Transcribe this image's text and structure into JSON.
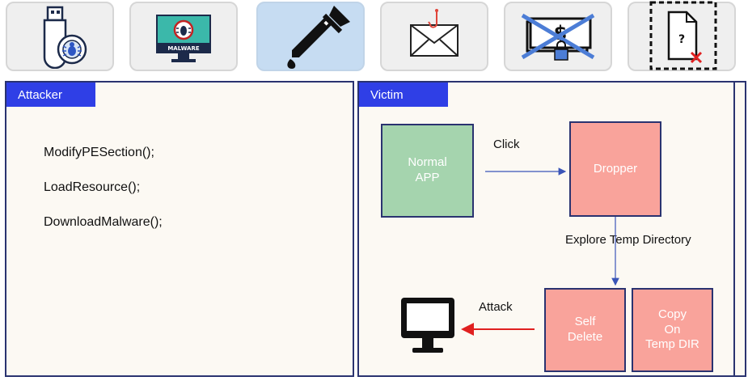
{
  "toolbar": {
    "icons": [
      "usb-virus-icon",
      "malware-monitor-icon",
      "dropper-icon",
      "phishing-mail-icon",
      "ransom-lock-icon",
      "missing-file-icon"
    ],
    "malware_monitor_text": "MALWARE",
    "missing_file_mark": "?"
  },
  "attacker": {
    "tag": "Attacker",
    "code": [
      "ModifyPESection();",
      "LoadResource();",
      "DownloadMalware();"
    ]
  },
  "victim": {
    "tag": "Victim",
    "normal_app": "Normal\nAPP",
    "dropper": "Dropper",
    "self_delete": "Self\nDelete",
    "copy_on_temp": "Copy\nOn\nTemp DIR",
    "click_label": "Click",
    "explore_label": "Explore Temp Directory",
    "attack_label": "Attack"
  },
  "colors": {
    "accent_blue": "#2f3fe6",
    "green_box": "#a5d4ae",
    "red_box": "#f9a39b",
    "attack_arrow": "#e02020",
    "panel_border": "#2a3370"
  }
}
